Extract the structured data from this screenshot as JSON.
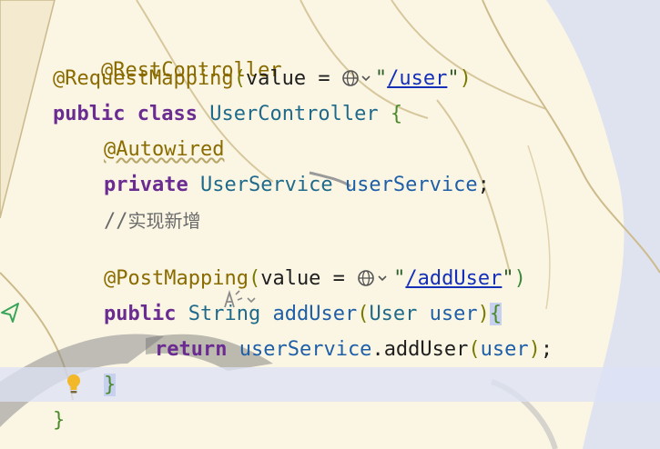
{
  "editor": {
    "lines": {
      "l1": {
        "annotation": "@RestController"
      },
      "l2": {
        "annotation": "@RequestMapping",
        "open": "(",
        "attr": "value = ",
        "quote_open": "\"",
        "path": "/user",
        "quote_close": "\"",
        "close": ")"
      },
      "l3": {
        "kw1": "public",
        "kw2": "class",
        "name": "UserController",
        "brace": "{"
      },
      "l4": {
        "annotation": "@Autowired"
      },
      "l5": {
        "kw": "private",
        "type": "UserService",
        "field": "userService",
        "semi": ";"
      },
      "l6": {
        "comment_slashes": "//",
        "comment_text": "实现新增"
      },
      "l8": {
        "annotation": "@PostMapping",
        "open": "(",
        "attr": "value = ",
        "quote_open": "\"",
        "path": "/addUser",
        "quote_close": "\"",
        "close": ")"
      },
      "l9": {
        "kw": "public",
        "type": "String",
        "method": "addUser",
        "open": "(",
        "param_type": "User",
        "param": "user",
        "close": ")",
        "brace": "{"
      },
      "l10": {
        "kw": "return",
        "obj": "userService",
        "dot": ".",
        "call": "addUser",
        "open": "(",
        "arg": "user",
        "close": ")",
        "semi": ";"
      },
      "l11": {
        "brace": "}"
      },
      "l12": {
        "brace": "}"
      }
    },
    "icons": {
      "globe": "globe-icon",
      "dropdown": "chevron-down-icon",
      "bulb": "lightbulb-icon",
      "gutter": "endpoint-arrow-icon",
      "ai": "ai-sparkle-icon"
    },
    "colors": {
      "background": "#fbf6e4",
      "keyword": "#6b2c91",
      "annotation": "#8a6b00",
      "type": "#1f6a8a",
      "string_link": "#1530b8",
      "current_line": "#dce2f5"
    }
  }
}
